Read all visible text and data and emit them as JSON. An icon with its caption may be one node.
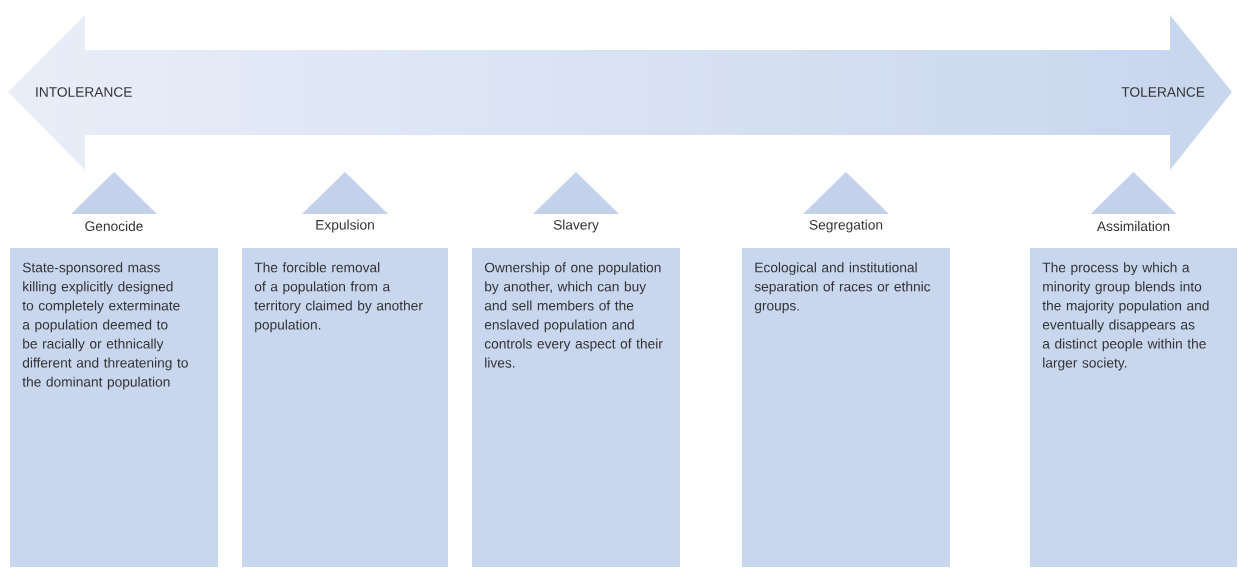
{
  "diagram": {
    "nodes": [
      {
        "text": [
          "INTOLERANCE",
          "TOLERANCE"
        ]
      },
      {
        "text": [],
        "shape": "triangle"
      },
      {
        "text": [
          "Genocide",
          "State-sponsored mass killing explicitly designed to completely exterminate a population deemed to be racially or ethnically different and threatening to the dominant population"
        ]
      },
      {
        "text": [],
        "shape": "triangle"
      },
      {
        "text": [
          "Expulsion",
          "The forcible removal of a population from a territory claimed by another population."
        ]
      },
      {
        "text": [],
        "shape": "triangle"
      },
      {
        "text": [
          "Slavery",
          "Ownership of one population by another, which can buy and sell members of the enslaved population and controls every aspect of their lives."
        ]
      },
      {
        "text": [],
        "shape": "triangle"
      },
      {
        "text": [
          "Segregation",
          "Ecological and institutional separation of races or ethnic groups."
        ]
      },
      {
        "text": [],
        "shape": "triangle"
      },
      {
        "text": [
          "Assimilation",
          "The process by which a minority group blends into the majority population and eventually disappears as a distinct people within the larger society."
        ]
      }
    ]
  }
}
